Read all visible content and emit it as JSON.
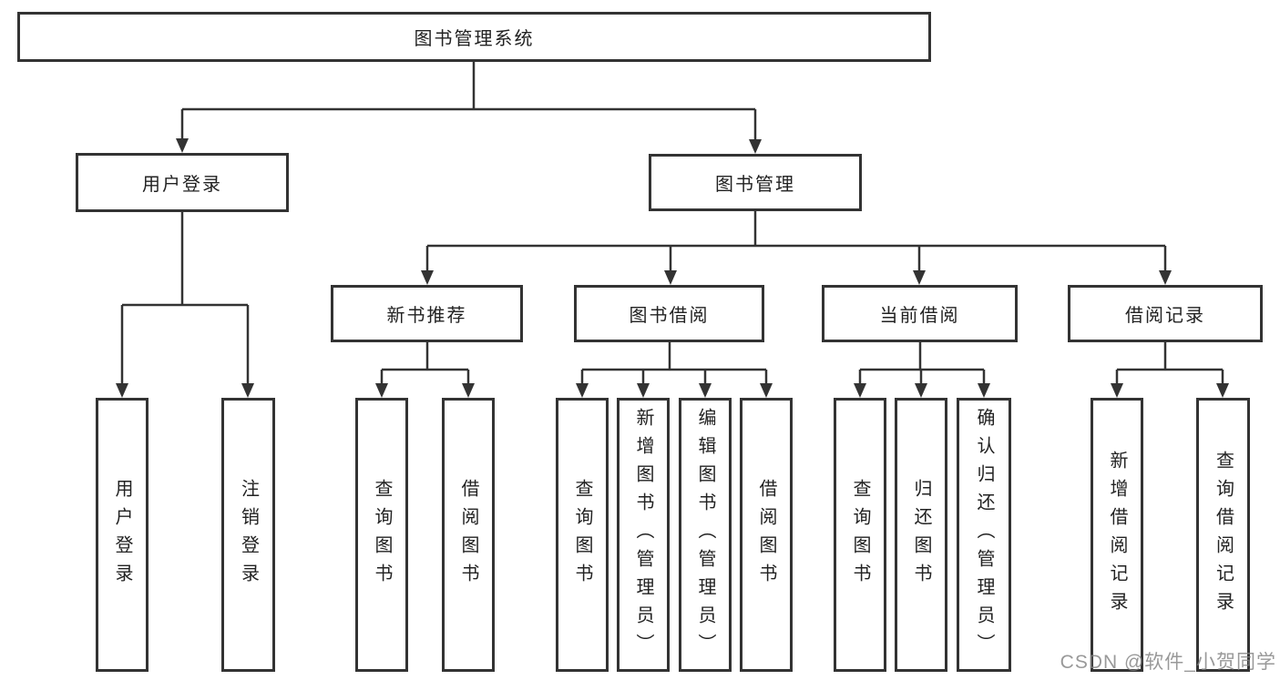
{
  "colors": {
    "line": "#333333",
    "box_border": "#333333",
    "text": "#222222",
    "background": "#ffffff",
    "watermark": "#828282"
  },
  "diagram": {
    "root": {
      "label": "图书管理系统"
    },
    "level2": [
      {
        "label": "用户登录"
      },
      {
        "label": "图书管理"
      }
    ],
    "level3": [
      {
        "label": "新书推荐"
      },
      {
        "label": "图书借阅"
      },
      {
        "label": "当前借阅"
      },
      {
        "label": "借阅记录"
      }
    ],
    "leaves": [
      {
        "label": "用户登录"
      },
      {
        "label": "注销登录"
      },
      {
        "label": "查询图书"
      },
      {
        "label": "借阅图书"
      },
      {
        "label": "查询图书"
      },
      {
        "label": "新增图书（管理员）"
      },
      {
        "label": "编辑图书（管理员）"
      },
      {
        "label": "借阅图书"
      },
      {
        "label": "查询图书"
      },
      {
        "label": "归还图书"
      },
      {
        "label": "确认归还（管理员）"
      },
      {
        "label": "新增借阅记录"
      },
      {
        "label": "查询借阅记录"
      }
    ],
    "hierarchy": {
      "图书管理系统": [
        "用户登录",
        "图书管理"
      ],
      "用户登录": [
        "用户登录",
        "注销登录"
      ],
      "图书管理": [
        "新书推荐",
        "图书借阅",
        "当前借阅",
        "借阅记录"
      ],
      "新书推荐": [
        "查询图书",
        "借阅图书"
      ],
      "图书借阅": [
        "查询图书",
        "新增图书（管理员）",
        "编辑图书（管理员）",
        "借阅图书"
      ],
      "当前借阅": [
        "查询图书",
        "归还图书",
        "确认归还（管理员）"
      ],
      "借阅记录": [
        "新增借阅记录",
        "查询借阅记录"
      ]
    }
  },
  "watermark": {
    "text": "CSDN @软件_小贺同学"
  }
}
